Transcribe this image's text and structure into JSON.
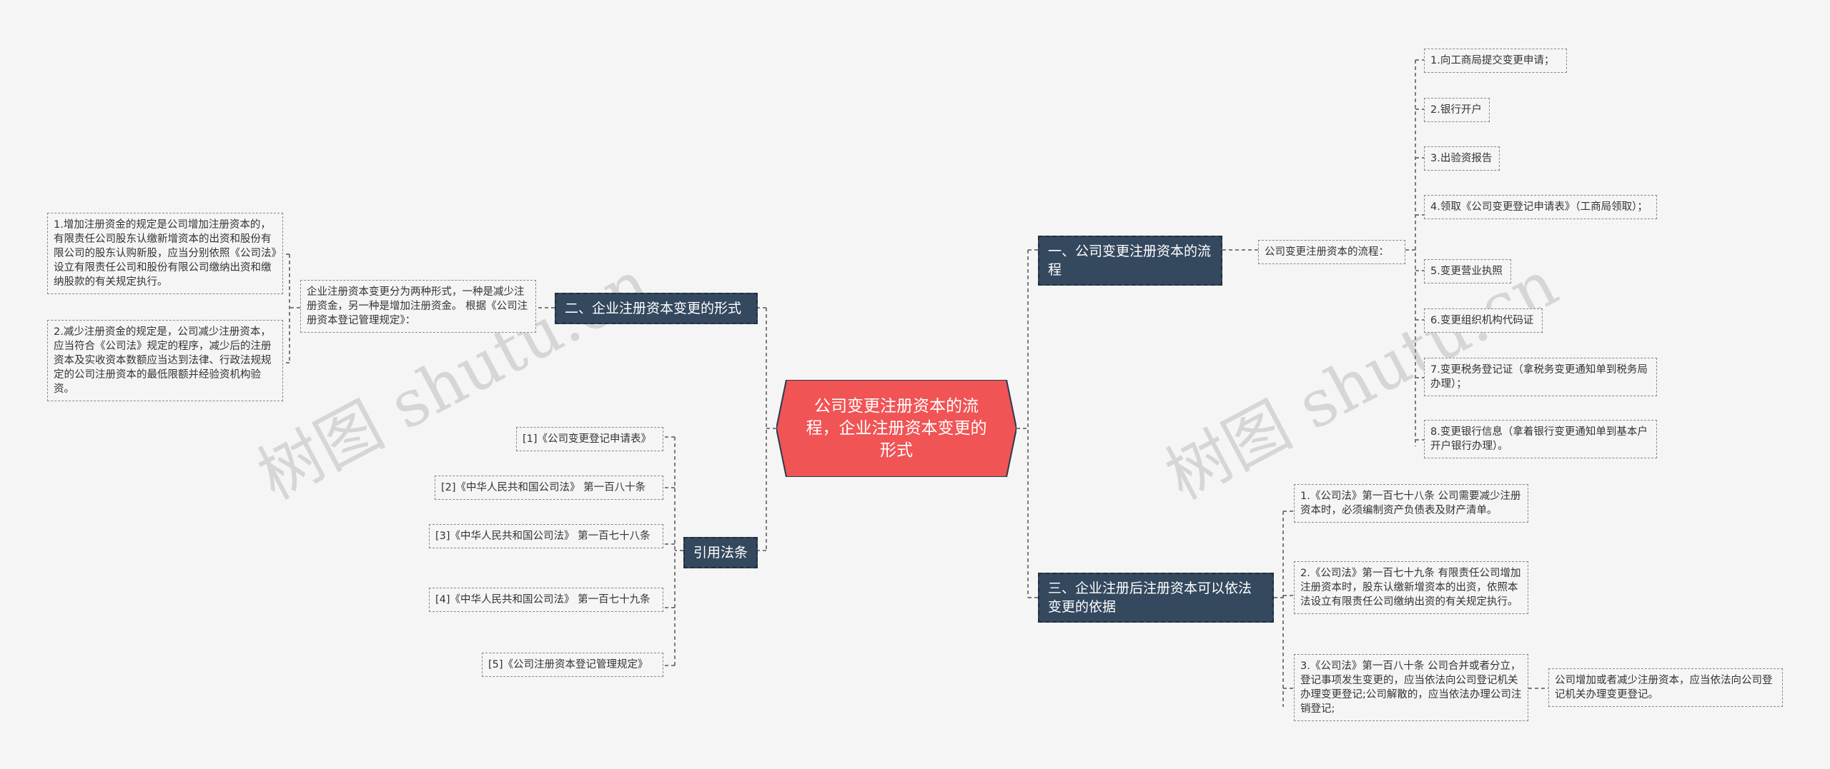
{
  "root": "公司变更注册资本的流程，企业注册资本变更的形式",
  "branches": {
    "b1": "一、公司变更注册资本的流程",
    "b2": "二、企业注册资本变更的形式",
    "b3": "三、企业注册后注册资本可以依法变更的依据",
    "b4": "引用法条"
  },
  "b1_intro": "公司变更注册资本的流程：",
  "b1_steps": [
    "1.向工商局提交变更申请；",
    "2.银行开户",
    "3.出验资报告",
    "4.领取《公司变更登记申请表》（工商局领取）；",
    "5.变更营业执照",
    "6.变更组织机构代码证",
    "7.变更税务登记证（拿税务变更通知单到税务局办理）；",
    "8.变更银行信息（拿着银行变更通知单到基本户开户银行办理）。"
  ],
  "b2_intro": "企业注册资本变更分为两种形式，一种是减少注册资金，另一种是增加注册资金。 根据《公司注册资本登记管理规定》：",
  "b2_items": [
    "1.增加注册资金的规定是公司增加注册资本的，有限责任公司股东认缴新增资本的出资和股份有限公司的股东认购新股，应当分别依照《公司法》设立有限责任公司和股份有限公司缴纳出资和缴纳股款的有关规定执行。",
    "2.减少注册资金的规定是，公司减少注册资本，应当符合《公司法》规定的程序，减少后的注册资本及实收资本数额应当达到法律、行政法规规定的公司注册资本的最低限额并经验资机构验资。"
  ],
  "b3_items": [
    "1.《公司法》第一百七十八条 公司需要减少注册资本时，必须编制资产负债表及财产清单。",
    "2.《公司法》第一百七十九条 有限责任公司增加注册资本时，股东认缴新增资本的出资，依照本法设立有限责任公司缴纳出资的有关规定执行。",
    "3.《公司法》第一百八十条 公司合并或者分立，登记事项发生变更的，应当依法向公司登记机关办理变更登记;公司解散的，应当依法办理公司注销登记;"
  ],
  "b3_extra": "公司增加或者减少注册资本，应当依法向公司登记机关办理变更登记。",
  "b4_items": [
    "[1]《公司变更登记申请表》",
    "[2]《中华人民共和国公司法》 第一百八十条",
    "[3]《中华人民共和国公司法》 第一百七十八条",
    "[4]《中华人民共和国公司法》 第一百七十九条",
    "[5]《公司注册资本登记管理规定》"
  ],
  "watermark": "树图 shutu.cn",
  "colors": {
    "root": "#f05455",
    "root_border": "#2a3a4c",
    "branch": "#34485e",
    "line": "#555555",
    "background": "#f5f5f5"
  }
}
